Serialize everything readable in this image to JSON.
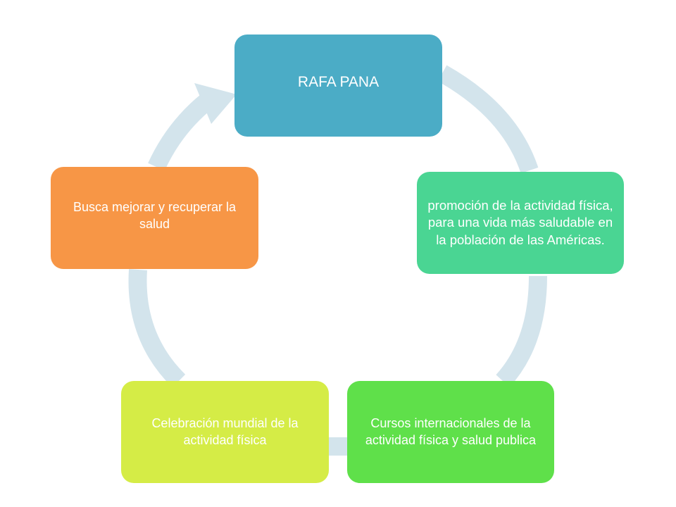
{
  "diagram": {
    "ring_color": "#d3e4ec",
    "nodes": [
      {
        "id": "node-1",
        "label": "RAFA PANA",
        "color": "#4bacc6"
      },
      {
        "id": "node-2",
        "label": "promoción de la actividad física, para una vida más saludable en la población de las Américas.",
        "color": "#4ad593"
      },
      {
        "id": "node-3",
        "label": "Cursos internacionales de la actividad física y salud publica",
        "color": "#5fe04a"
      },
      {
        "id": "node-4",
        "label": "Celebración mundial de la actividad física",
        "color": "#d5ec46"
      },
      {
        "id": "node-5",
        "label": "Busca mejorar  y recuperar la salud",
        "color": "#f79646"
      }
    ]
  }
}
